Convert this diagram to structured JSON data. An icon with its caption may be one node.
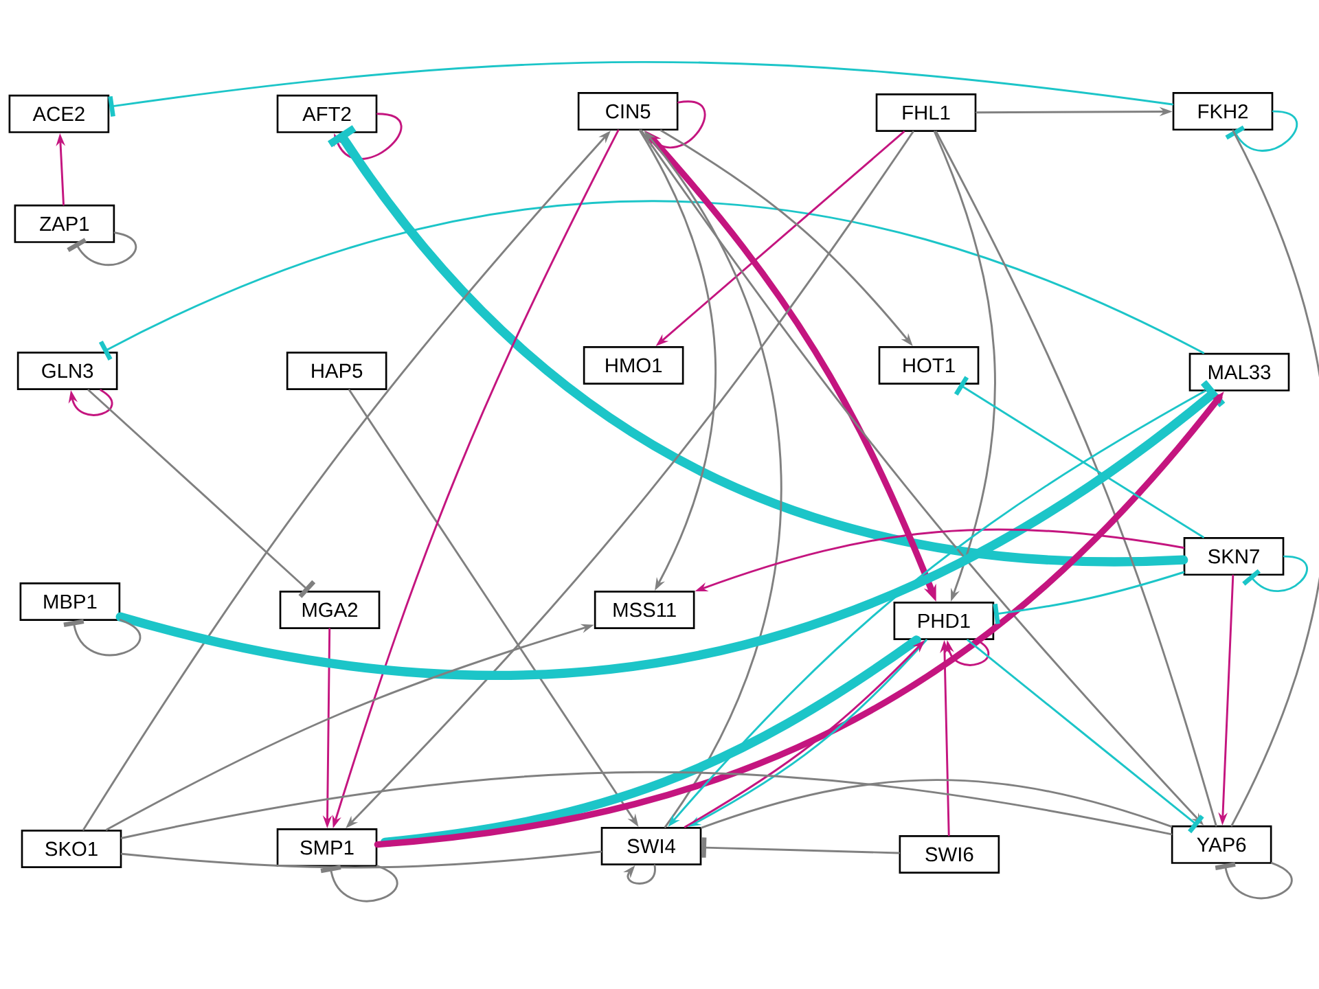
{
  "diagram": {
    "nodes": [
      {
        "text": [
          "ACE2"
        ]
      },
      {
        "text": [
          "AFT2"
        ]
      },
      {
        "text": [
          "CIN5"
        ]
      },
      {
        "text": [
          "FHL1"
        ]
      },
      {
        "text": [
          "FKH2"
        ]
      },
      {
        "text": [
          "ZAP1"
        ]
      },
      {
        "text": [
          "GLN3"
        ]
      },
      {
        "text": [
          "HAP5"
        ]
      },
      {
        "text": [
          "HMO1"
        ]
      },
      {
        "text": [
          "HOT1"
        ]
      },
      {
        "text": [
          "MAL33"
        ]
      },
      {
        "text": [
          "MBP1"
        ]
      },
      {
        "text": [
          "MGA2"
        ]
      },
      {
        "text": [
          "MSS11"
        ]
      },
      {
        "text": [
          "PHD1"
        ]
      },
      {
        "text": [
          "SKN7"
        ]
      },
      {
        "text": [
          "SKO1"
        ]
      },
      {
        "text": [
          "SMP1"
        ]
      },
      {
        "text": [
          "SWI4"
        ]
      },
      {
        "text": [
          "SWI6"
        ]
      },
      {
        "text": [
          "YAP6"
        ]
      }
    ],
    "edges": [
      {
        "from": 4,
        "to": 0,
        "arrow": "other",
        "color": "#1cc5c8"
      },
      {
        "from": 5,
        "to": 0,
        "arrow": "to",
        "color": "#c4157f"
      },
      {
        "from": 5,
        "to": 5,
        "arrow": "other"
      },
      {
        "from": 1,
        "to": 1,
        "arrow": "to",
        "color": "#c4157f"
      },
      {
        "from": 15,
        "to": 1,
        "arrow": "other",
        "style": "thick",
        "color": "#1cc5c8"
      },
      {
        "from": 2,
        "to": 2,
        "arrow": "to",
        "color": "#c4157f"
      },
      {
        "from": 4,
        "to": 4,
        "arrow": "other",
        "color": "#1cc5c8"
      },
      {
        "from": 3,
        "to": 4,
        "arrow": "to"
      },
      {
        "from": 10,
        "to": 6,
        "arrow": "other",
        "color": "#1cc5c8"
      },
      {
        "from": 6,
        "to": 6,
        "arrow": "to",
        "color": "#c4157f"
      },
      {
        "from": 6,
        "to": 12,
        "arrow": "other"
      },
      {
        "from": 7,
        "to": 18,
        "arrow": "to"
      },
      {
        "from": 2,
        "to": 17,
        "arrow": "to",
        "color": "#c4157f"
      },
      {
        "from": 12,
        "to": 17,
        "arrow": "to",
        "color": "#c4157f"
      },
      {
        "from": 2,
        "to": 14,
        "arrow": "both",
        "style": "thick",
        "color": "#c4157f"
      },
      {
        "from": 3,
        "to": 8,
        "arrow": "to",
        "color": "#c4157f"
      },
      {
        "from": 2,
        "to": 9,
        "arrow": "to"
      },
      {
        "from": 2,
        "to": 13,
        "arrow": "to"
      },
      {
        "from": 2,
        "to": 20,
        "arrow": "to"
      },
      {
        "from": 18,
        "to": 2,
        "arrow": "to"
      },
      {
        "from": 16,
        "to": 2,
        "arrow": "to"
      },
      {
        "from": 3,
        "to": 14,
        "arrow": "to"
      },
      {
        "from": 3,
        "to": 17,
        "arrow": "to"
      },
      {
        "from": 3,
        "to": 20,
        "arrow": "none"
      },
      {
        "from": 4,
        "to": 20,
        "arrow": "none"
      },
      {
        "from": 11,
        "to": 10,
        "arrow": "other",
        "style": "thick",
        "color": "#1cc5c8"
      },
      {
        "from": 14,
        "to": 17,
        "arrow": "to",
        "style": "thick",
        "color": "#1cc5c8"
      },
      {
        "from": 17,
        "to": 10,
        "arrow": "to",
        "style": "thick",
        "color": "#c4157f"
      },
      {
        "from": 15,
        "to": 13,
        "arrow": "to",
        "color": "#c4157f"
      },
      {
        "from": 15,
        "to": 14,
        "arrow": "other",
        "color": "#1cc5c8"
      },
      {
        "from": 15,
        "to": 15,
        "arrow": "other",
        "color": "#1cc5c8"
      },
      {
        "from": 15,
        "to": 20,
        "arrow": "to",
        "color": "#c4157f"
      },
      {
        "from": 15,
        "to": 9,
        "arrow": "other",
        "color": "#1cc5c8"
      },
      {
        "from": 10,
        "to": 18,
        "arrow": "to",
        "color": "#1cc5c8"
      },
      {
        "from": 14,
        "to": 18,
        "arrow": "to",
        "color": "#1cc5c8"
      },
      {
        "from": 14,
        "to": 14,
        "arrow": "to",
        "color": "#c4157f"
      },
      {
        "from": 18,
        "to": 14,
        "arrow": "to",
        "color": "#c4157f"
      },
      {
        "from": 19,
        "to": 14,
        "arrow": "to",
        "color": "#c4157f"
      },
      {
        "from": 19,
        "to": 18,
        "arrow": "other"
      },
      {
        "from": 20,
        "to": 18,
        "arrow": "none"
      },
      {
        "from": 14,
        "to": 20,
        "arrow": "other",
        "color": "#1cc5c8"
      },
      {
        "from": 18,
        "to": 18,
        "arrow": "to"
      },
      {
        "from": 17,
        "to": 17,
        "arrow": "other"
      },
      {
        "from": 11,
        "to": 11,
        "arrow": "other"
      },
      {
        "from": 20,
        "to": 20,
        "arrow": "other"
      },
      {
        "from": 16,
        "to": 13,
        "arrow": "to"
      },
      {
        "from": 16,
        "to": 20,
        "arrow": "none"
      },
      {
        "from": 16,
        "to": 18,
        "arrow": "none"
      }
    ]
  }
}
